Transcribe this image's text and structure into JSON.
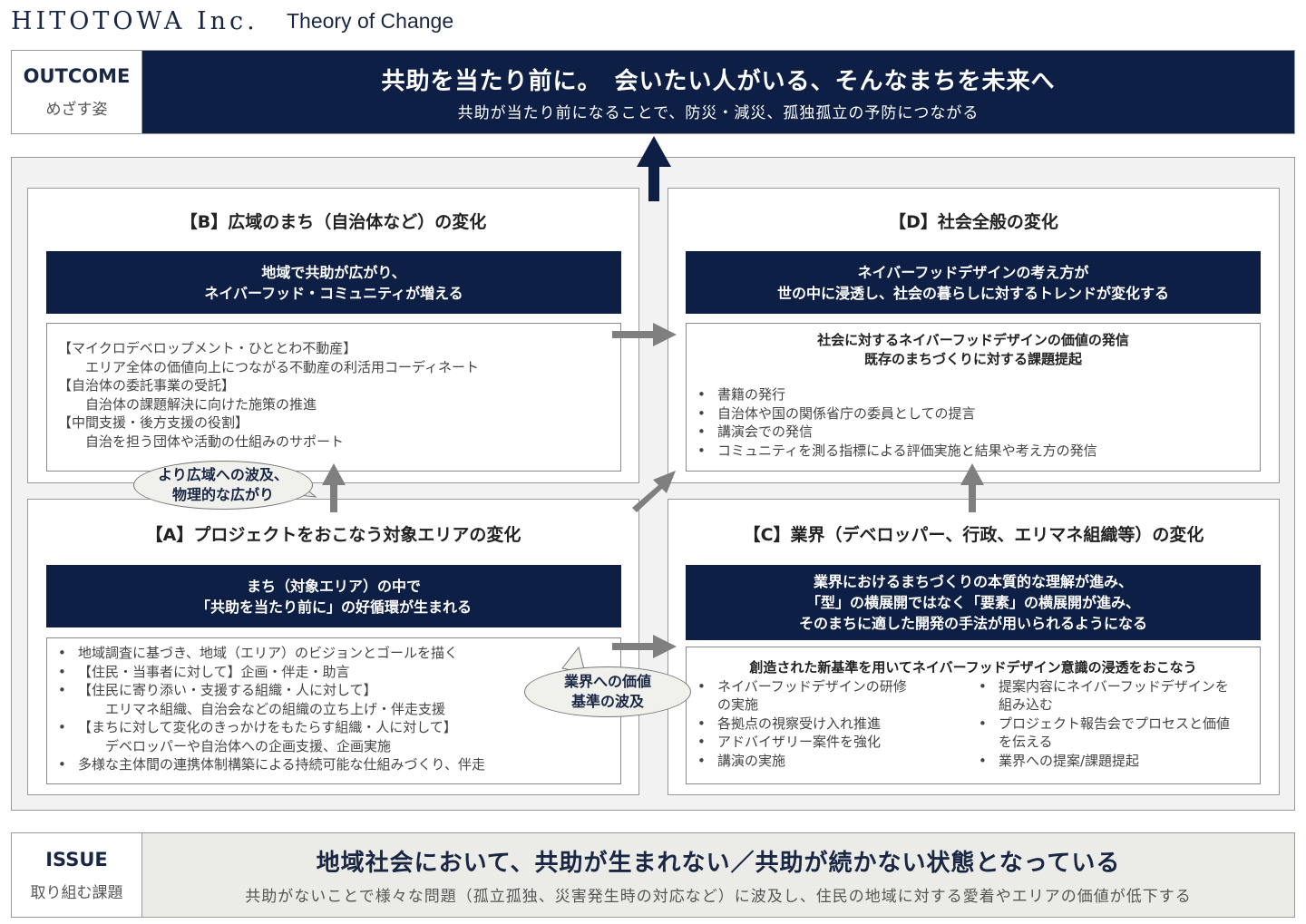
{
  "header": {
    "logo": "HITOTOWA Inc.",
    "subtitle": "Theory of Change"
  },
  "outcome": {
    "label_en": "OUTCOME",
    "label_jp": "めざす姿",
    "headline": "共助を当たり前に。　会いたい人がいる、そんなまちを未来へ",
    "sub": "共助が当たり前になることで、防災・減災、孤独孤立の予防につながる"
  },
  "panel_b": {
    "title": "【B】広域のまち（自治体など）の変化",
    "goal": [
      "地域で共助が広がり、",
      "ネイバーフッド・コミュニティが増える"
    ],
    "items": [
      {
        "h": "【マイクロデベロップメント・ひととわ不動産】",
        "d": "エリア全体の価値向上につながる不動産の利活用コーディネート"
      },
      {
        "h": "【自治体の委託事業の受託】",
        "d": "自治体の課題解決に向けた施策の推進"
      },
      {
        "h": "【中間支援・後方支援の役割】",
        "d": "自治を担う団体や活動の仕組みのサポート"
      }
    ]
  },
  "panel_d": {
    "title": "【D】社会全般の変化",
    "goal": [
      "ネイバーフッドデザインの考え方が",
      "世の中に浸透し、社会の暮らしに対するトレンドが変化する"
    ],
    "heading": [
      "社会に対するネイバーフッドデザインの価値の発信",
      "既存のまちづくりに対する課題提起"
    ],
    "items": [
      "書籍の発行",
      "自治体や国の関係省庁の委員としての提言",
      "講演会での発信",
      "コミュニティを測る指標による評価実施と結果や考え方の発信"
    ]
  },
  "panel_a": {
    "title": "【A】プロジェクトをおこなう対象エリアの変化",
    "goal": [
      "まち（対象エリア）の中で",
      "「共助を当たり前に」の好循環が生まれる"
    ],
    "items": [
      {
        "t": "地域調査に基づき、地域（エリア）のビジョンとゴールを描く"
      },
      {
        "t": "【住民・当事者に対して】企画・伴走・助言"
      },
      {
        "t": "【住民に寄り添い・支援する組織・人に対して】",
        "d": "エリマネ組織、自治会などの組織の立ち上げ・伴走支援"
      },
      {
        "t": "【まちに対して変化のきっかけをもたらす組織・人に対して】",
        "d": "デベロッパーや自治体への企画支援、企画実施"
      },
      {
        "t": "多様な主体間の連携体制構築による持続可能な仕組みづくり、伴走"
      }
    ]
  },
  "panel_c": {
    "title": "【C】業界（デベロッパー、行政、エリマネ組織等）の変化",
    "goal": [
      "業界におけるまちづくりの本質的な理解が進み、",
      "「型」の横展開ではなく「要素」の横展開が進み、",
      "そのまちに適した開発の手法が用いられるようになる"
    ],
    "heading": "創造された新基準を用いてネイバーフッドデザイン意識の浸透をおこなう",
    "left": [
      "ネイバーフッドデザインの研修の実施",
      "各拠点の視察受け入れ推進",
      "アドバイザリー案件を強化",
      "講演の実施"
    ],
    "right": [
      "提案内容にネイバーフッドデザインを組み込む",
      "プロジェクト報告会でプロセスと価値を伝える",
      "業界への提案/課題提起"
    ]
  },
  "callouts": {
    "b": [
      "より広域への波及、",
      "物理的な広がり"
    ],
    "c": [
      "業界への価値",
      "基準の波及"
    ]
  },
  "issue": {
    "label_en": "ISSUE",
    "label_jp": "取り組む課題",
    "headline": "地域社会において、共助が生まれない／共助が続かない状態となっている",
    "sub": "共助がないことで様々な問題（孤立孤独、災害発生時の対応など）に波及し、住民の地域に対する愛着やエリアの価値が低下する"
  },
  "colors": {
    "navy": "#0e1f45",
    "arrow_gray": "#7f7f7f"
  }
}
